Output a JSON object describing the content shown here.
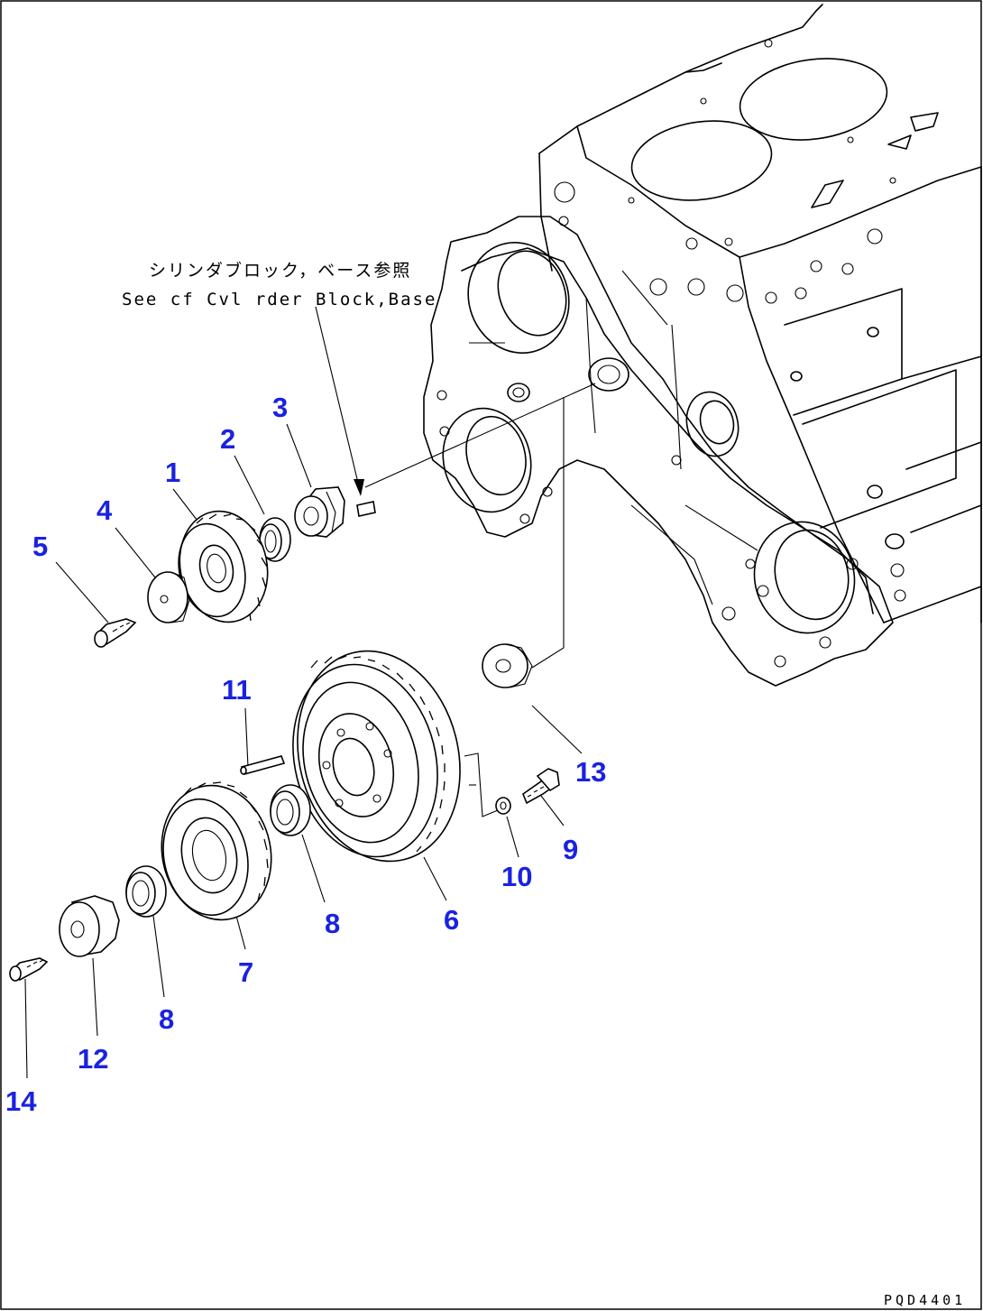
{
  "diagram": {
    "reference_note_jp": "シリンダブロック，ベース参照",
    "reference_note_en": "See cf Cvl rder Block,Base",
    "drawing_id": "PQD4401",
    "callouts": [
      {
        "id": "c1",
        "label": "1"
      },
      {
        "id": "c2",
        "label": "2"
      },
      {
        "id": "c3",
        "label": "3"
      },
      {
        "id": "c4",
        "label": "4"
      },
      {
        "id": "c5",
        "label": "5"
      },
      {
        "id": "c6",
        "label": "6"
      },
      {
        "id": "c7",
        "label": "7"
      },
      {
        "id": "c8a",
        "label": "8"
      },
      {
        "id": "c8b",
        "label": "8"
      },
      {
        "id": "c9",
        "label": "9"
      },
      {
        "id": "c10",
        "label": "10"
      },
      {
        "id": "c11",
        "label": "11"
      },
      {
        "id": "c12",
        "label": "12"
      },
      {
        "id": "c13",
        "label": "13"
      },
      {
        "id": "c14",
        "label": "14"
      }
    ],
    "colors": {
      "callout": "#1a22e0",
      "line": "#000000",
      "background": "#ffffff"
    }
  }
}
